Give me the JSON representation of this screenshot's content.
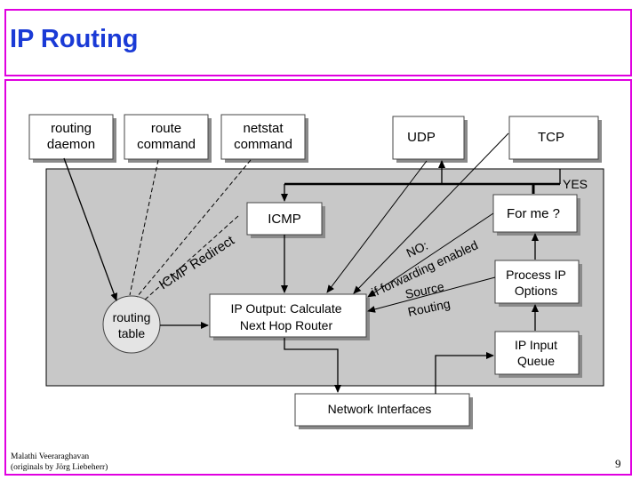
{
  "slide": {
    "title": "IP Routing",
    "author_line1": "Malathi Veeraraghavan",
    "author_line2": "(originals by Jörg Liebeherr)",
    "page_number": "9"
  },
  "diagram": {
    "routing_daemon": [
      "routing",
      "daemon"
    ],
    "route_command": [
      "route",
      "command"
    ],
    "netstat_command": [
      "netstat",
      "command"
    ],
    "udp": "UDP",
    "tcp": "TCP",
    "yes_label": "YES",
    "for_me": "For me ?",
    "icmp": "ICMP",
    "icmp_redirect": "ICMP Redirect",
    "no_forwarding": [
      "NO:",
      "if forwarding enabled"
    ],
    "source_routing": [
      "Source",
      "Routing"
    ],
    "process_ip_options": [
      "Process IP",
      "Options"
    ],
    "routing_table": [
      "routing",
      "table"
    ],
    "ip_output": [
      "IP Output: Calculate",
      "Next Hop Router"
    ],
    "ip_input_queue": [
      "IP Input",
      "Queue"
    ],
    "network_interfaces": "Network Interfaces"
  }
}
